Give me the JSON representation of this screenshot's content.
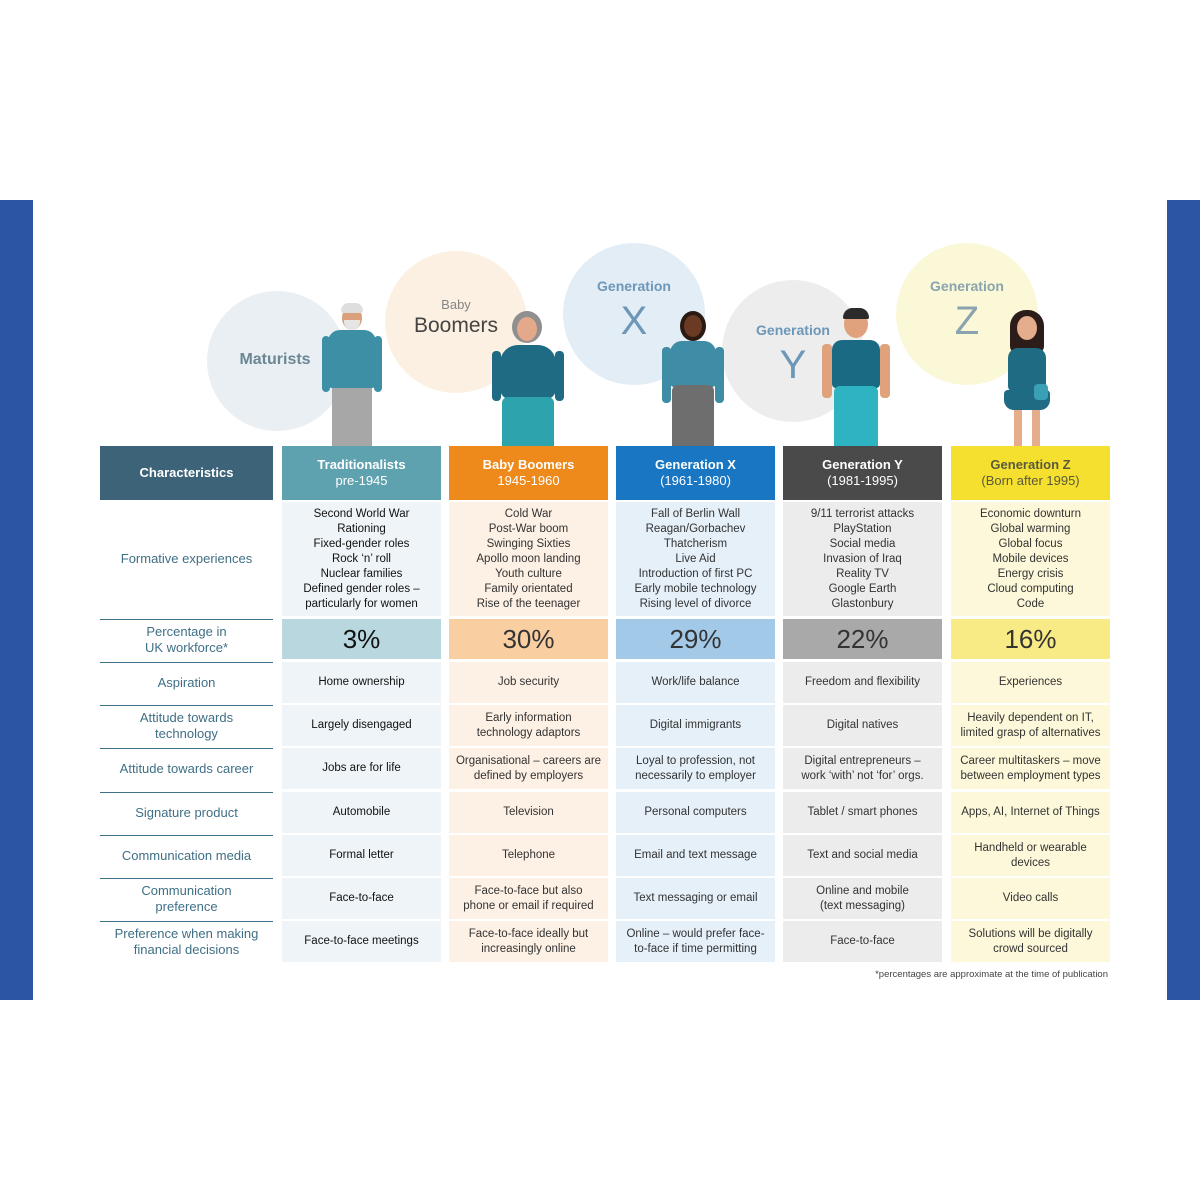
{
  "bubbles": {
    "maturists": {
      "label": "Maturists"
    },
    "boomers": {
      "small": "Baby",
      "big": "Boomers"
    },
    "genx": {
      "small": "Generation",
      "letter": "X"
    },
    "geny": {
      "small": "Generation",
      "letter": "Y"
    },
    "genz": {
      "small": "Generation",
      "letter": "Z"
    }
  },
  "table": {
    "characteristics_header": "Characteristics",
    "columns": [
      {
        "name": "Traditionalists",
        "years": "pre-1945",
        "color": "#5fa2af",
        "light": "#eef4f7",
        "pct_bg": "#b9d7de"
      },
      {
        "name": "Baby Boomers",
        "years": "1945-1960",
        "color": "#ee8a1c",
        "light": "#fdf0e4",
        "pct_bg": "#f9cfa2"
      },
      {
        "name": "Generation X",
        "years": "(1961-1980)",
        "color": "#1976c2",
        "light": "#e5f0f8",
        "pct_bg": "#a3c9e8"
      },
      {
        "name": "Generation Y",
        "years": "(1981-1995)",
        "color": "#4a4a4a",
        "light": "#ececec",
        "pct_bg": "#a9a9a9"
      },
      {
        "name": "Generation Z",
        "years": "(Born after 1995)",
        "color": "#f6e02f",
        "light": "#fdf8d9",
        "pct_bg": "#f8ea84"
      }
    ],
    "rows": {
      "formative": {
        "label": "Formative experiences",
        "cells": [
          [
            "Second World War",
            "Rationing",
            "Fixed-gender roles",
            "Rock ‘n’ roll",
            "Nuclear families",
            "Defined gender roles –",
            "particularly for women"
          ],
          [
            "Cold War",
            "Post-War boom",
            "Swinging Sixties",
            "Apollo moon landing",
            "Youth culture",
            "Family orientated",
            "Rise of the teenager"
          ],
          [
            "Fall of Berlin Wall",
            "Reagan/Gorbachev",
            "Thatcherism",
            "Live Aid",
            "Introduction of first PC",
            "Early mobile technology",
            "Rising level of divorce"
          ],
          [
            "9/11 terrorist attacks",
            "PlayStation",
            "Social media",
            "Invasion of Iraq",
            "Reality TV",
            "Google Earth",
            "Glastonbury"
          ],
          [
            "Economic downturn",
            "Global warming",
            "Global focus",
            "Mobile devices",
            "Energy crisis",
            "Cloud computing",
            "Code"
          ]
        ]
      },
      "percentage": {
        "label_l1": "Percentage in",
        "label_l2": "UK workforce*",
        "cells": [
          "3%",
          "30%",
          "29%",
          "22%",
          "16%"
        ]
      },
      "aspiration": {
        "label_l1": "Aspiration",
        "label_l2": "",
        "cells": [
          [
            "Home ownership"
          ],
          [
            "Job security"
          ],
          [
            "Work/life balance"
          ],
          [
            "Freedom and flexibility"
          ],
          [
            "Experiences"
          ]
        ]
      },
      "technology": {
        "label_l1": "Attitude towards",
        "label_l2": "technology",
        "cells": [
          [
            "Largely disengaged"
          ],
          [
            "Early information",
            "technology adaptors"
          ],
          [
            "Digital immigrants"
          ],
          [
            "Digital natives"
          ],
          [
            "Heavily dependent on IT,",
            "limited grasp of alternatives"
          ]
        ]
      },
      "career": {
        "label_l1": "Attitude towards career",
        "label_l2": "",
        "cells": [
          [
            "Jobs are for life"
          ],
          [
            "Organisational – careers are",
            "defined by employers"
          ],
          [
            "Loyal to profession, not",
            "necessarily to employer"
          ],
          [
            "Digital entrepreneurs –",
            "work ‘with’ not ‘for’ orgs."
          ],
          [
            "Career multitaskers – move",
            "between employment types"
          ]
        ]
      },
      "product": {
        "label_l1": "Signature product",
        "label_l2": "",
        "cells": [
          [
            "Automobile"
          ],
          [
            "Television"
          ],
          [
            "Personal computers"
          ],
          [
            "Tablet / smart phones"
          ],
          [
            "Apps, AI, Internet of Things"
          ]
        ]
      },
      "media": {
        "label_l1": "Communication media",
        "label_l2": "",
        "cells": [
          [
            "Formal letter"
          ],
          [
            "Telephone"
          ],
          [
            "Email and text message"
          ],
          [
            "Text and social media"
          ],
          [
            "Handheld or wearable",
            "devices"
          ]
        ]
      },
      "commpref": {
        "label_l1": "Communication",
        "label_l2": "preference",
        "cells": [
          [
            "Face-to-face"
          ],
          [
            "Face-to-face but also",
            "phone or email if required"
          ],
          [
            "Text messaging or email"
          ],
          [
            "Online and mobile",
            "(text messaging)"
          ],
          [
            "Video calls"
          ]
        ]
      },
      "financial": {
        "label_l1": "Preference when making",
        "label_l2": "financial decisions",
        "cells": [
          [
            "Face-to-face meetings"
          ],
          [
            "Face-to-face ideally but",
            "increasingly online"
          ],
          [
            "Online – would prefer face-",
            "to-face if time permitting"
          ],
          [
            "Face-to-face"
          ],
          [
            "Solutions will be digitally",
            "crowd sourced"
          ]
        ]
      }
    },
    "footnote": "*percentages are approximate at the time of publication"
  },
  "colors": {
    "band": "#2c56a4",
    "characteristics_header_bg": "#3d6378",
    "row_label_text": "#3f6f86"
  },
  "icons": [
    "maturist-person-icon",
    "boomer-person-icon",
    "genx-person-icon",
    "geny-person-icon",
    "genz-person-icon"
  ]
}
